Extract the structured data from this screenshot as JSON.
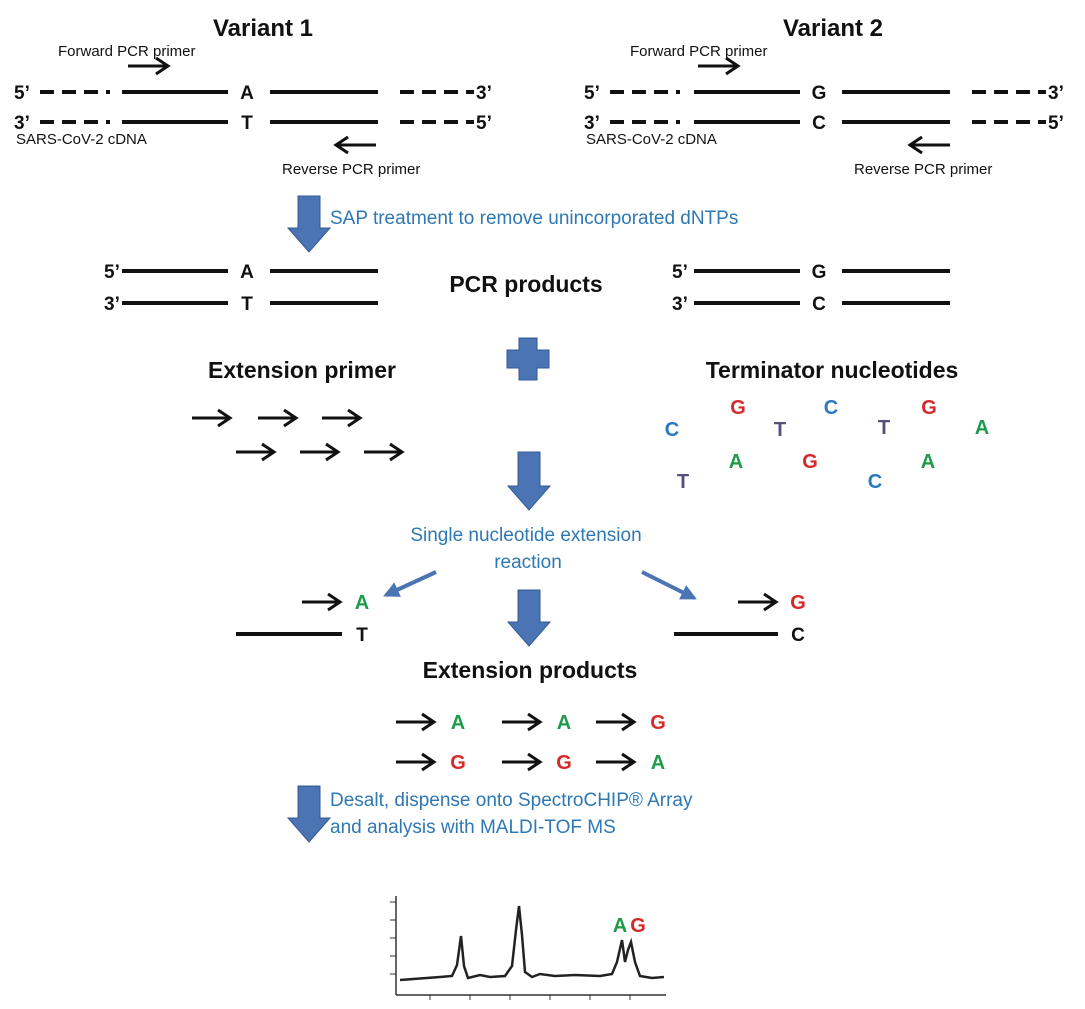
{
  "variant1": {
    "title": "Variant 1",
    "forward_primer": "Forward PCR primer",
    "reverse_primer": "Reverse PCR primer",
    "cdna_label": "SARS-CoV-2 cDNA",
    "top_left": "5’",
    "top_right": "3’",
    "bottom_left": "3’",
    "bottom_right": "5’",
    "top_base": "A",
    "bottom_base": "T"
  },
  "variant2": {
    "title": "Variant 2",
    "forward_primer": "Forward PCR primer",
    "reverse_primer": "Reverse PCR primer",
    "cdna_label": "SARS-CoV-2 cDNA",
    "top_left": "5’",
    "top_right": "3’",
    "bottom_left": "3’",
    "bottom_right": "5’",
    "top_base": "G",
    "bottom_base": "C"
  },
  "sap_step": "SAP treatment to remove unincorporated dNTPs",
  "pcr_products": {
    "label": "PCR products",
    "left": {
      "top_end": "5’",
      "bottom_end": "3’",
      "top_base": "A",
      "bottom_base": "T"
    },
    "right": {
      "top_end": "5’",
      "bottom_end": "3’",
      "top_base": "G",
      "bottom_base": "C"
    }
  },
  "extension_primer_label": "Extension primer",
  "terminator_label": "Terminator nucleotides",
  "terminators": [
    "C",
    "G",
    "T",
    "C",
    "T",
    "G",
    "A",
    "T",
    "A",
    "G",
    "C",
    "A"
  ],
  "extension_step_line1": "Single nucleotide extension",
  "extension_step_line2": "reaction",
  "left_extension": {
    "added": "A",
    "template": "T"
  },
  "right_extension": {
    "added": "G",
    "template": "C"
  },
  "extension_products_label": "Extension products",
  "products_row1": [
    "A",
    "A",
    "G"
  ],
  "products_row2": [
    "G",
    "G",
    "A"
  ],
  "desalt_line1": "Desalt, dispense onto SpectroCHIP® Array",
  "desalt_line2": "and analysis with MALDI-TOF MS",
  "spectrum_peak_labels": [
    "A",
    "G"
  ],
  "colors": {
    "A": "#1e9a4a",
    "G": "#d42a2a",
    "C": "#2a78c0",
    "T": "#5a4e7a",
    "arrow_blue": "#4a74b4",
    "text_blue": "#2e78b4"
  }
}
